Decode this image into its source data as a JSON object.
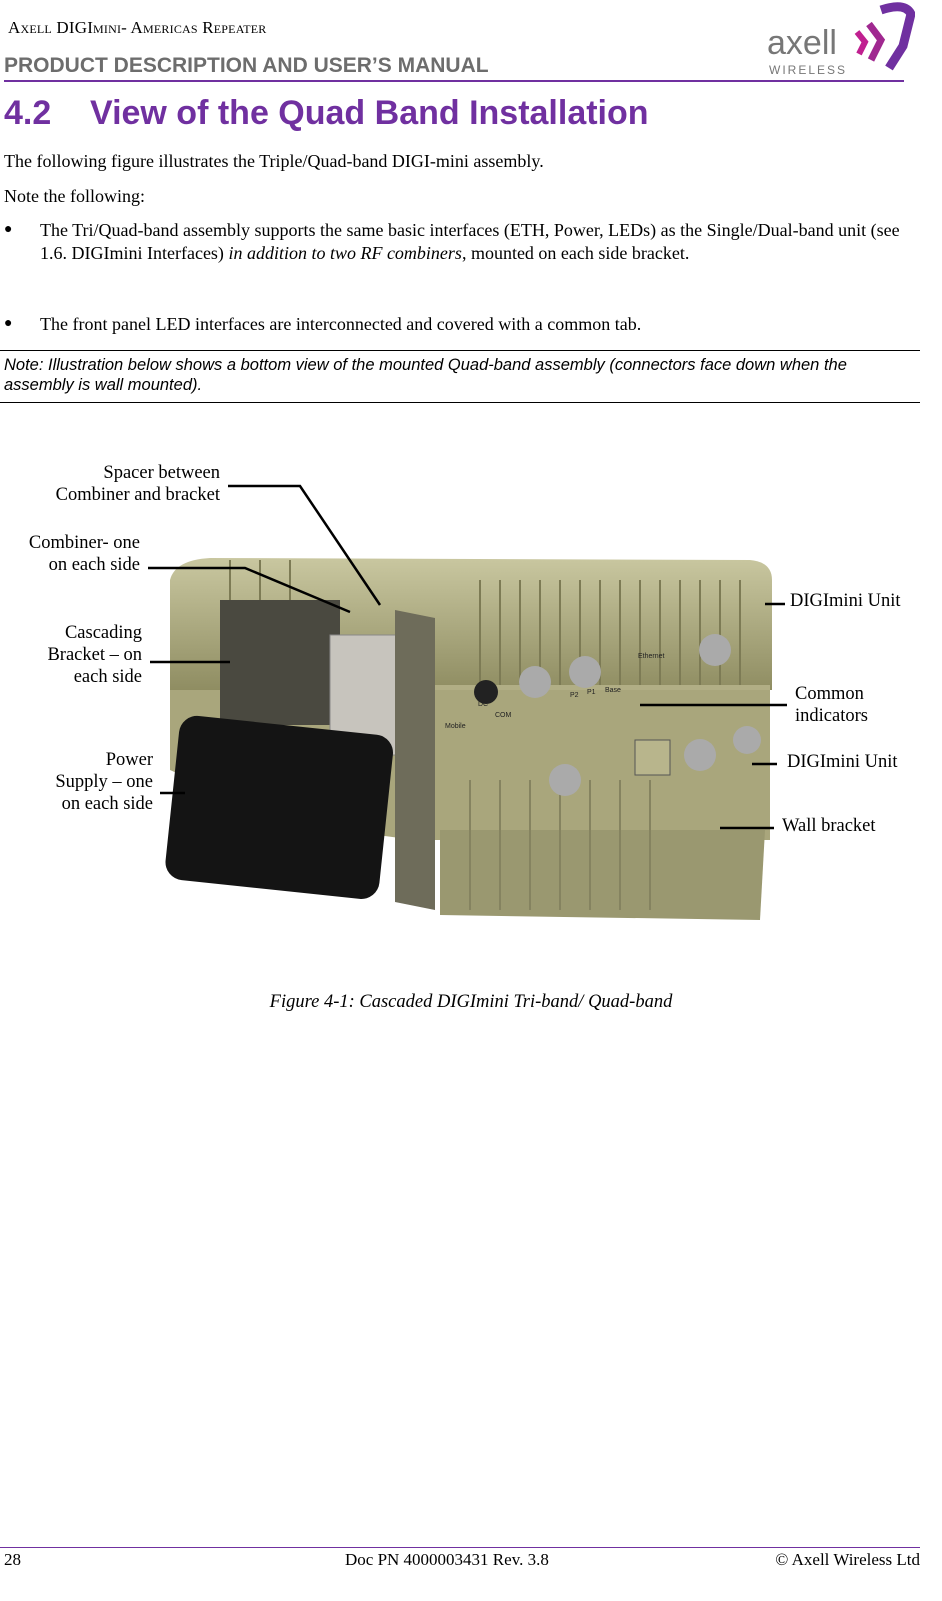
{
  "header": {
    "series": "Axell DIGImini- Americas Repeater",
    "manual": "PRODUCT DESCRIPTION AND USER’S MANUAL",
    "logo_text": "axell",
    "logo_subtext": "WIRELESS",
    "accent_color": "#7030a0"
  },
  "section": {
    "number": "4.2",
    "title": "View of the Quad Band Installation"
  },
  "body": {
    "intro": "The following figure illustrates the Triple/Quad-band DIGI-mini assembly.",
    "note_lead": "Note the following:",
    "bullets": [
      {
        "pre": "The Tri/Quad-band assembly supports the same basic interfaces (ETH, Power, LEDs) as the Single/Dual-band unit (see 1.6. DIGImini Interfaces) ",
        "em": "in addition to two RF combiners",
        "post": ", mounted on each side bracket."
      },
      {
        "pre": "The front panel LED interfaces are interconnected and covered with a common tab."
      }
    ],
    "note": "Note: Illustration below shows a bottom view of the mounted Quad-band assembly (connectors face down when the assembly is wall mounted)."
  },
  "figure": {
    "callouts": {
      "spacer": [
        "Spacer between",
        "Combiner and bracket"
      ],
      "combiner": [
        "Combiner- one",
        "on each side"
      ],
      "bracket": [
        "Cascading",
        "Bracket – on",
        "each side"
      ],
      "power": [
        "Power",
        "Supply – one",
        "on each side"
      ],
      "unit_top": "DIGImini Unit",
      "indicators": [
        "Common",
        "indicators"
      ],
      "unit_bottom": "DIGImini Unit",
      "wall": "Wall bracket"
    },
    "device_labels": {
      "dc": "DC",
      "mobile": "Mobile",
      "com": "COM",
      "p2": "P2",
      "p1": "P1",
      "base": "Base",
      "ethernet": "Ethernet"
    },
    "caption": "Figure 4-1: Cascaded DIGImini Tri-band/ Quad-band"
  },
  "footer": {
    "page": "28",
    "doc": "Doc PN 4000003431 Rev. 3.8",
    "copyright": "© Axell Wireless Ltd"
  }
}
